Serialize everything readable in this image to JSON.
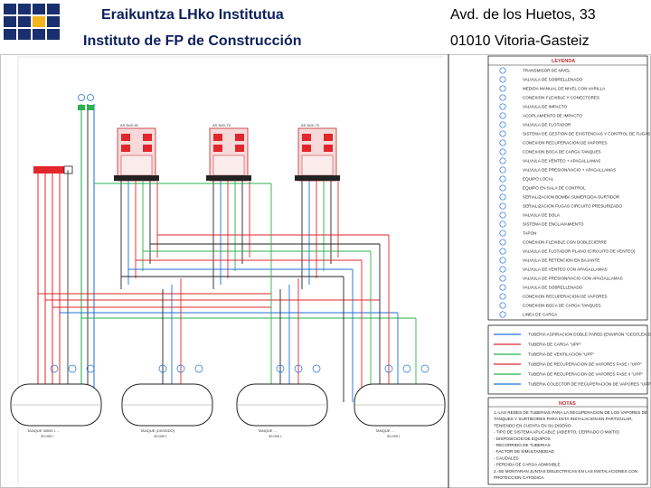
{
  "header": {
    "left_line1": "Eraikuntza LHko Institutua",
    "left_line2": "Instituto de FP de Construcción",
    "right_line1": "Avd. de los Huetos, 33",
    "right_line2": "01010 Vitoria-Gasteiz"
  },
  "colors": {
    "brand_blue": "#1a2f6e",
    "brand_yellow": "#f2b51c",
    "pipe_red": "#e2262b",
    "pipe_blue": "#1e6fd9",
    "pipe_green": "#2bb24c",
    "pipe_black": "#222222",
    "legend_title": "#c0282d"
  },
  "diagram": {
    "dispensers": [
      {
        "label": "AS 8x3/-90"
      },
      {
        "label": "AS 8x3/-75"
      },
      {
        "label": "AS 8x3/-75"
      }
    ],
    "tanks": [
      {
        "label": "TANQUE 30000 l. ...",
        "capacity": "30.000 l."
      },
      {
        "label": "TANQUE (DIVIDIDO)",
        "capacity": "30.000 l."
      },
      {
        "label": "TANQUE ...",
        "capacity": "30.000 l."
      },
      {
        "label": "TANQUE ...",
        "capacity": "30.000 l."
      }
    ],
    "legend": {
      "title": "LEYENDA",
      "items": [
        "TRANSMISOR DE NIVEL",
        "VALVULA DE SOBRELLENADO",
        "MEDIDA MANUAL DE NIVEL CON VARILLA",
        "CONEXION FLEXIBLE Y CONECTORES",
        "VALVULA DE IMPACTO",
        "ACOPLAMIENTO DE IMPACTO",
        "VALVULA DE FLOTADOR",
        "SISTEMA DE GESTION DE EXISTENCIAS Y CONTROL DE FUGAS",
        "CONEXION RECUPERACION DE VAPORES",
        "CONEXION BOCA DE CARGA TANQUES",
        "VALVULA DE VENTEO + APAGALLAMAS",
        "VALVULA DE PRESION/VACIO + APAGALLAMAS",
        "EQUIPO LOCAL",
        "EQUIPO EN SALA DE CONTROL",
        "SERIALIZACION BOMBA SUMERGIDA-SURTIDOR",
        "SERIALIZACION FUGAS CIRCUITO PRESURIZADO",
        "VALVULA DE BOLA",
        "SISTEMA DE ENCLAVAMIENTO",
        "TAPON",
        "CONEXION FLEXIBLE CON DOBLECIERRE",
        "VALVULA DE FLOTADOR PLANO (CIRCUITO DE VENTEO)",
        "VALVULA DE RETENCION EN BAJANTE",
        "VALVULA DE VENTEO CON APAGALLAMAS",
        "VALVULA DE PRESION/VACIO CON APAGALLAMAS",
        "VALVULA DE SOBRELLENADO",
        "CONEXION RECUPERACION DE VAPORES",
        "CONEXION BOCA DE CARGA TANQUES",
        "LINEA DE CARGA"
      ],
      "pipes": [
        {
          "label": "TUBERIA ASPIRACION DOBLE PARED (ENVIRON \"GEOFLEX-D\")"
        },
        {
          "label": "TUBERIA DE CARGA \"UPP\""
        },
        {
          "label": "TUBERIA DE VENTILACION \"UPP\""
        },
        {
          "label": "TUBERIA DE RECUPERACION DE VAPORES FASE I \"UPP\""
        },
        {
          "label": "TUBERIA DE RECUPERACION DE VAPORES FASE II \"UPP\""
        },
        {
          "label": "TUBERIA COLECTOR DE RECUPERACION DE VAPORES \"UPP\""
        }
      ]
    },
    "notes": {
      "title": "NOTAS",
      "lines": [
        "1.-LAS REDES DE TUBERIAS PARA LA RECUPERACION DE LOS VAPORES DE",
        "TANQUES Y SURTIDORES PARA ESTA INSTALACION EN PARTICULAR,",
        "TENIENDO EN CUENTA EN SU DISEÑO:",
        "- TIPO DE SISTEMA APLICABLE (ABIERTO, CERRADO O MIXTO)",
        "- DISPOSICION DE EQUIPOS",
        "- RECORRIDO DE TUBERIAS",
        "- FACTOR DE SIMULTANEIDAD",
        "- CAUDALES",
        "- PERDIDA DE CARGA ADMISIBLE",
        "2.-SE MONTARAN JUNTAS DIELECTRICAS EN LAS INSTALACIONES CON",
        "PROTECCION CATODICA."
      ]
    }
  }
}
